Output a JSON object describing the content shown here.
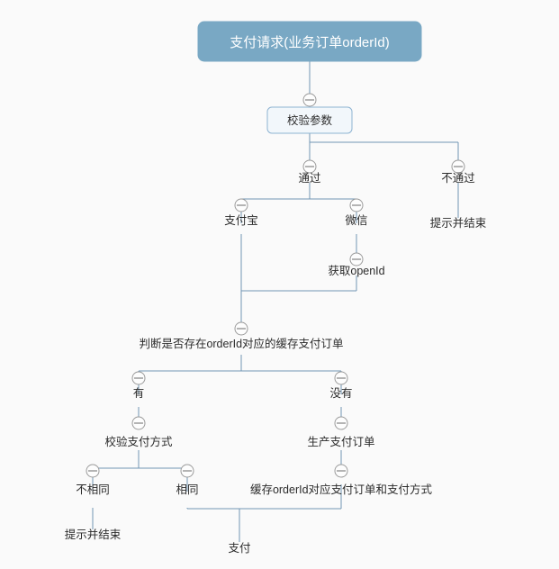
{
  "diagram": {
    "type": "mindmap-flowchart",
    "background_color": "#fafafa",
    "edge_color": "#7196b4",
    "root_fill_color": "#79a8c4",
    "root_text_color": "#ffffff",
    "box_fill_color": "#f2f7fb",
    "box_border_color": "#8fb4d2",
    "toggle_icon": "collapse-minus-circle",
    "nodes": {
      "root": "支付请求(业务订单orderId)",
      "validate_params": "校验参数",
      "pass": "通过",
      "fail": "不通过",
      "fail_end": "提示并结束",
      "alipay": "支付宝",
      "wechat": "微信",
      "get_openid": "获取openId",
      "check_cache": "判断是否存在orderId对应的缓存支付订单",
      "has_cache": "有",
      "no_cache": "没有",
      "verify_pay_method": "校验支付方式",
      "create_pay_order": "生产支付订单",
      "not_same": "不相同",
      "same": "相同",
      "not_same_end": "提示并结束",
      "cache_order": "缓存orderId对应支付订单和支付方式",
      "pay": "支付"
    }
  }
}
